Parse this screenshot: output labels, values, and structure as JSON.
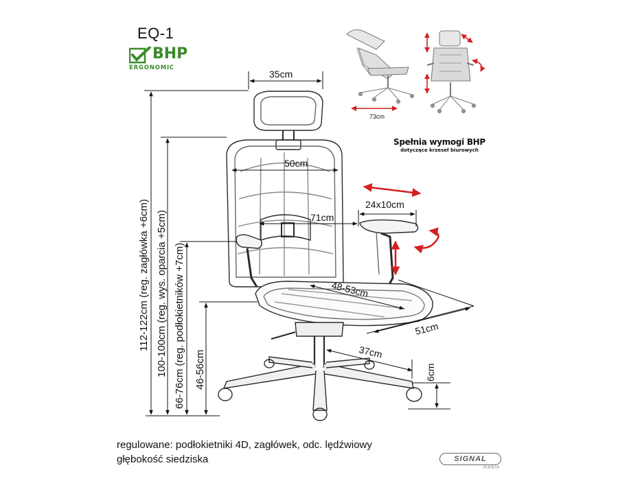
{
  "product": {
    "model": "EQ-1",
    "logo_text": "BHP",
    "logo_subtext": "ERGONOMIC"
  },
  "bhp_note": {
    "title": "Spełnia wymogi BHP",
    "subtitle": "dotyczące krzeseł biurowych"
  },
  "thumbnails": {
    "width_label": "73cm"
  },
  "dimensions": {
    "headrest_width": "35cm",
    "backrest_width": "50cm",
    "armrest_size": "24x10cm",
    "armrest_spacing": "71cm",
    "seat_depth": "48-53cm",
    "seat_width": "51cm",
    "base_radius": "37cm",
    "caster_height": "6cm",
    "total_height": "112-122cm (reg. zagłówka +6cm)",
    "backrest_height": "100-100cm (reg. wys. oparcia +5cm)",
    "armrest_height": "66-76cm (reg. podłokietników +7cm)",
    "seat_height": "46-56cm"
  },
  "caption": {
    "line1": "regulowane: podłokietniki 4D, zagłówek, odc. lędźwiowy",
    "line2": "głębokość siedziska"
  },
  "brand": {
    "name": "SIGNAL",
    "sub": "meble"
  },
  "colors": {
    "arrow": "#d42020",
    "line": "#111111",
    "logo_green": "#3a8a2a",
    "chair_stroke": "#2a2a2a"
  }
}
